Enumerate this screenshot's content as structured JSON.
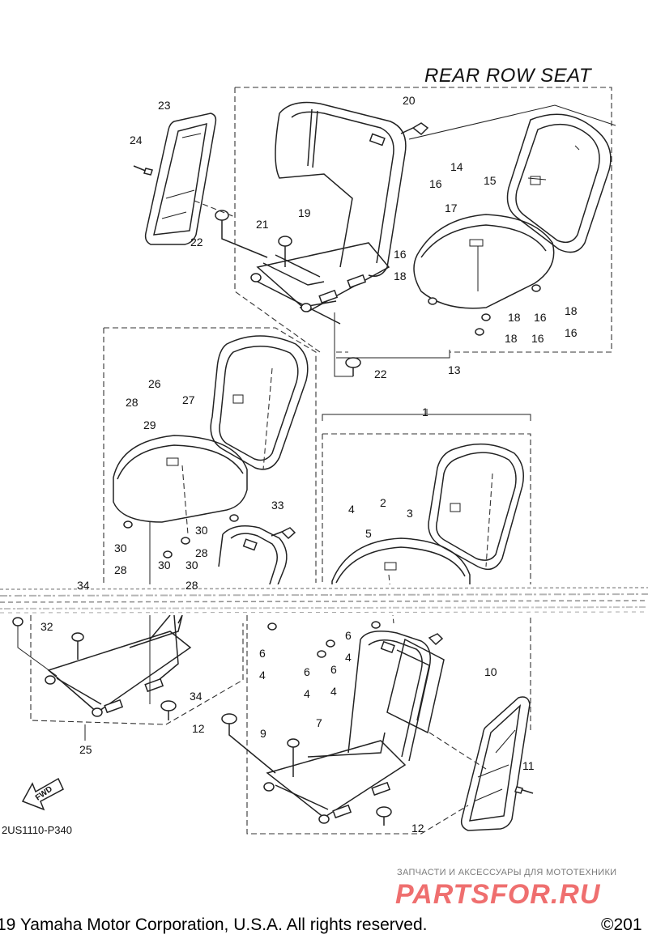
{
  "diagram": {
    "title": "REAR ROW SEAT",
    "diagram_code": "2US1110-P340",
    "fwd_label": "FWD",
    "callouts": {
      "c1": "1",
      "c2": "2",
      "c3": "3",
      "c4a": "4",
      "c4b": "4",
      "c4c": "4",
      "c4d": "4",
      "c5": "5",
      "c6a": "6",
      "c6b": "6",
      "c6c": "6",
      "c6d": "6",
      "c7": "7",
      "c9": "9",
      "c10": "10",
      "c11": "11",
      "c12a": "12",
      "c12b": "12",
      "c13": "13",
      "c14": "14",
      "c15": "15",
      "c16a": "16",
      "c16b": "16",
      "c16c": "16",
      "c16d": "16",
      "c16e": "16",
      "c17": "17",
      "c18a": "18",
      "c18b": "18",
      "c18c": "18",
      "c18d": "18",
      "c19": "19",
      "c20": "20",
      "c21": "21",
      "c22a": "22",
      "c22b": "22",
      "c23": "23",
      "c24": "24",
      "c25": "25",
      "c26": "26",
      "c27": "27",
      "c28a": "28",
      "c28b": "28",
      "c28c": "28",
      "c28d": "28",
      "c29": "29",
      "c30a": "30",
      "c30b": "30",
      "c30c": "30",
      "c30d": "30",
      "c32": "32",
      "c33": "33",
      "c34a": "34",
      "c34b": "34"
    }
  },
  "watermark": {
    "subtitle": "ЗАПЧАСТИ И АКСЕССУАРЫ ДЛЯ МОТОТЕХНИКИ",
    "brand": "PARTSFOR.RU",
    "brand_color": "#ef6f6f"
  },
  "footer": {
    "copyright": "19 Yamaha Motor Corporation, U.S.A. All rights reserved.",
    "year_fragment": "©201"
  }
}
